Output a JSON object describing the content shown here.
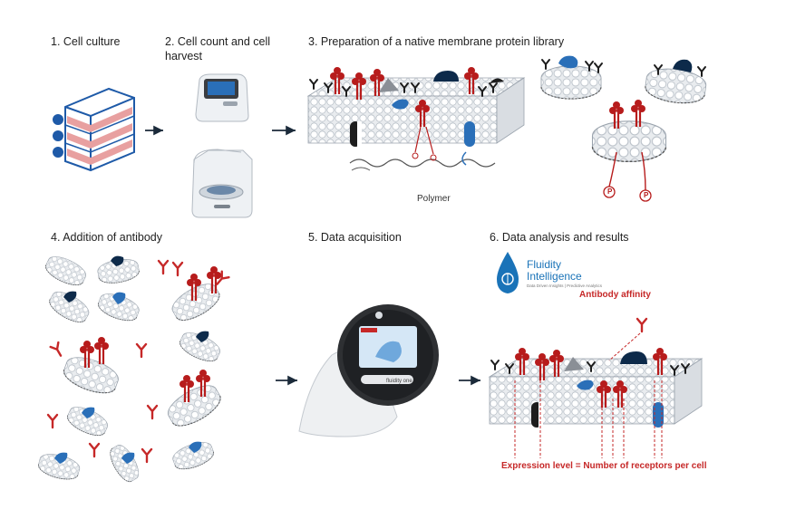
{
  "steps": {
    "s1": "1. Cell culture",
    "s2": "2. Cell count and cell harvest",
    "s3": "3. Preparation of a native membrane protein library",
    "s4": "4. Addition of antibody",
    "s5": "5. Data acquisition",
    "s6": "6. Data analysis and results"
  },
  "labels": {
    "polymer": "Polymer",
    "antibody_affinity": "Antibody affinity",
    "expression_level": "Expression level = Number of receptors per cell",
    "phospho": "P"
  },
  "logo": {
    "line1": "Fluidity",
    "line2": "Intelligence",
    "tagline": "Data Driven Insights | Predictive Analytics"
  },
  "device": {
    "brand": "fluidity one"
  },
  "colors": {
    "receptor_red": "#b71c1c",
    "navy": "#0d2a4a",
    "blue": "#1565c0",
    "membrane_grey": "#d9dde2",
    "accent_red": "#c62828",
    "logo_blue": "#1a73b8"
  }
}
